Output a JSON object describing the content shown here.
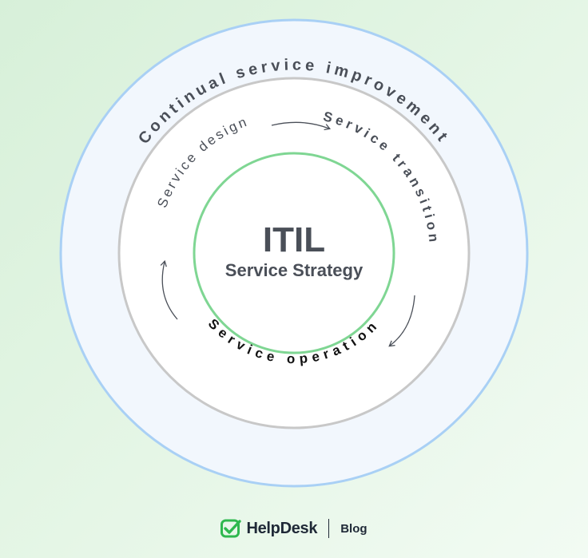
{
  "diagram": {
    "outer_label": "Continual service improvement",
    "stage_design": "Service design",
    "stage_transition": "Service transition",
    "stage_operation": "Service operation",
    "center_title": "ITIL",
    "center_subtitle": "Service Strategy",
    "colors": {
      "outer_ring": "#a9d0f5",
      "outer_fill": "#f2f7fd",
      "middle_ring": "#c8c8c8",
      "inner_ring": "#7fd693",
      "text_dark": "#4a4f58",
      "text_black": "#111111"
    }
  },
  "footer": {
    "logo_icon": "helpdesk-check-icon",
    "brand": "HelpDesk",
    "section": "Blog"
  }
}
